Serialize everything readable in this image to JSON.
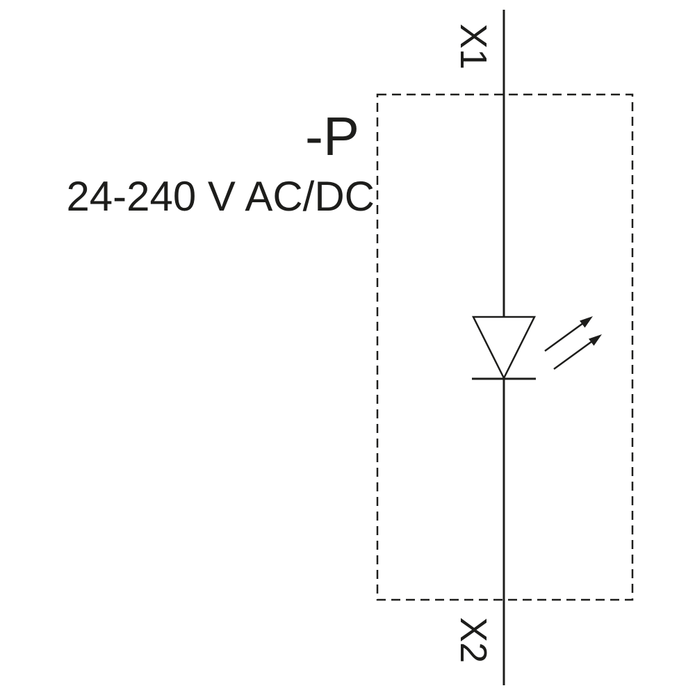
{
  "diagram": {
    "terminal_top": "X1",
    "terminal_bottom": "X2",
    "component_label": "-P",
    "voltage_rating": "24-240 V AC/DC",
    "component_type": "led-indicator-lamp"
  },
  "colors": {
    "line": "#1d1d1b",
    "text": "#1d1d1b",
    "background": "#ffffff"
  }
}
